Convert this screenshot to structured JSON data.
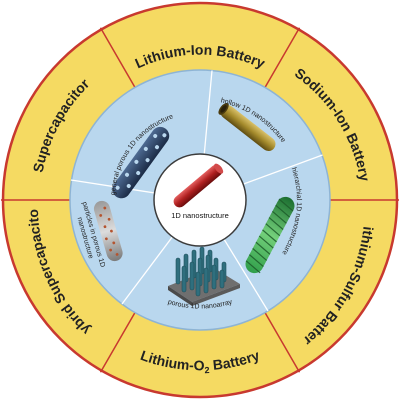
{
  "diagram": {
    "center": {
      "label": "1D nanostructure",
      "icon": "red-nanorod"
    },
    "outer_ring": {
      "color": "#f5da62",
      "segments": [
        {
          "label": "Lithium-Ion Battery"
        },
        {
          "label": "Sodium-Ion Battery"
        },
        {
          "label": "Lithium-Sulfur Battery"
        },
        {
          "label": "Lithium-O",
          "subscript": "2",
          "suffix": " Battery"
        },
        {
          "label": "Hybrid Supercapacitor"
        },
        {
          "label": "Supercapacitor"
        }
      ]
    },
    "inner_ring": {
      "color": "#b9d7ee",
      "segments": [
        {
          "label": "hollow 1D nanostructure",
          "icon": "hollow-tube"
        },
        {
          "label": "hierarchial 1D nanostructure",
          "icon": "hierarchical-fiber"
        },
        {
          "label": "porous 1D nanoarray",
          "icon": "nanoarray"
        },
        {
          "label_lines": [
            "particles in porous 1D",
            "nanostructure"
          ],
          "icon": "particle-rod"
        },
        {
          "label": "general porous 1D nanostructure",
          "icon": "porous-rod"
        }
      ]
    },
    "colors": {
      "outer_border": "#c8392f",
      "divider": "#c8392f",
      "inner_border": "#8eb4d4",
      "center_fill": "#ffffff"
    }
  }
}
